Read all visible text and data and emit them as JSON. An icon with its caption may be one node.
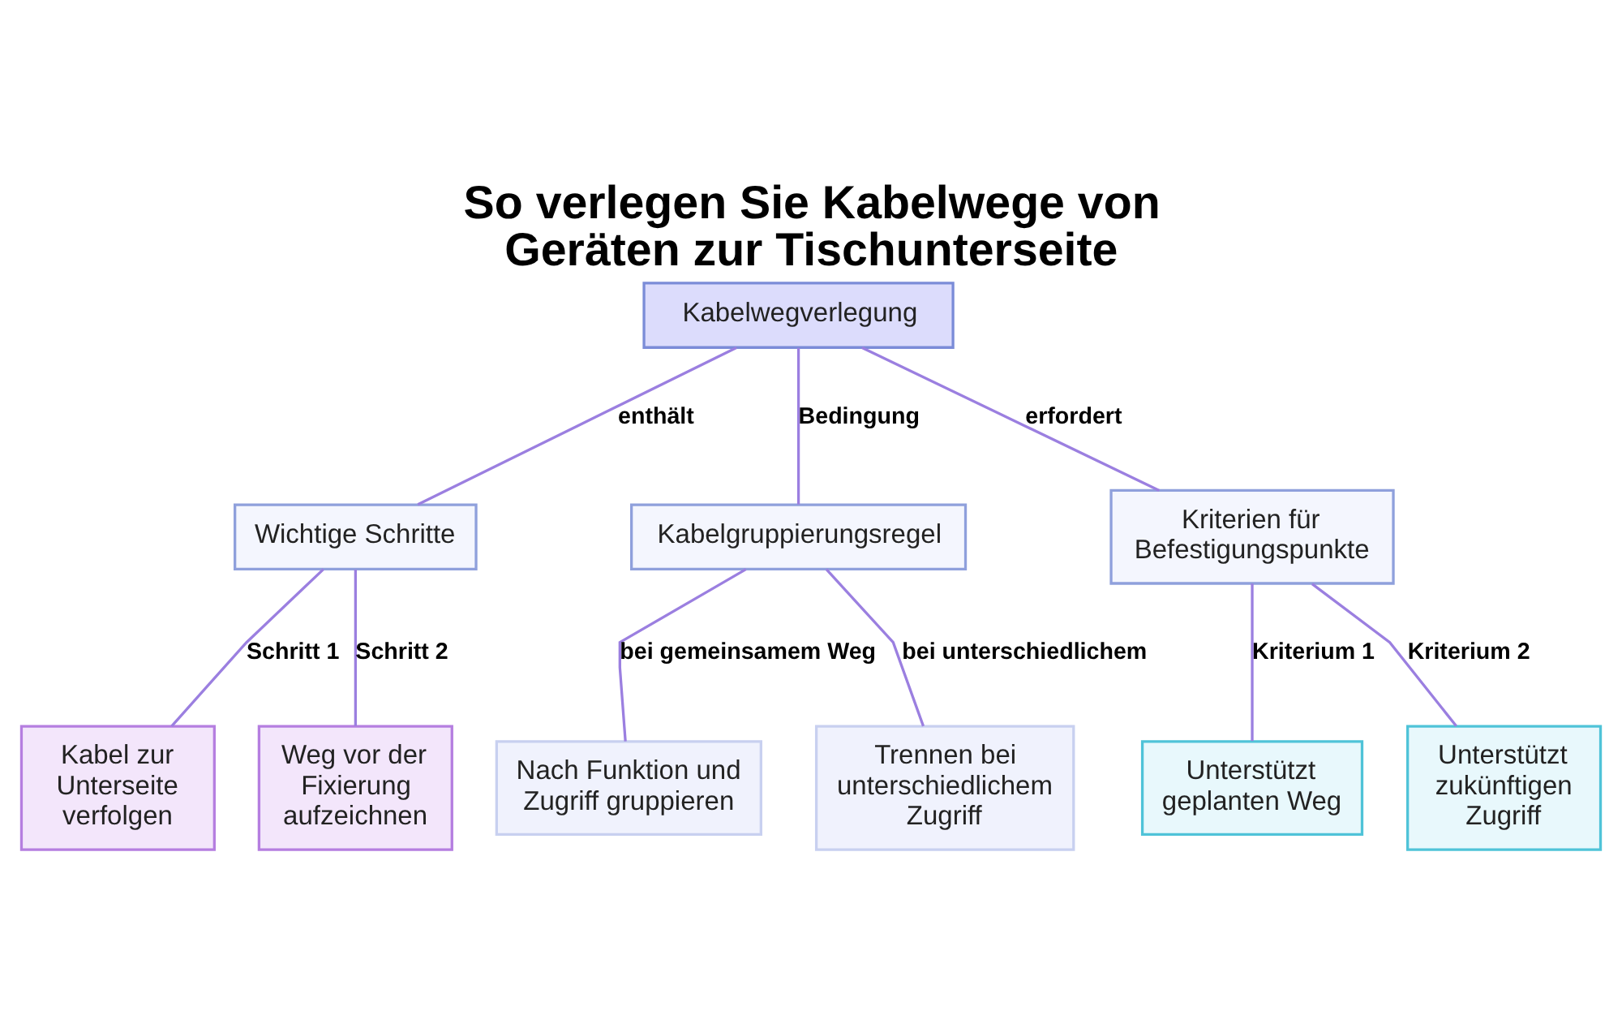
{
  "diagram": {
    "title": "So verlegen Sie Kabelwege von Geräten zur Tischunterseite",
    "nodes": [
      {
        "text": [
          "Kabelwegverlegung"
        ]
      },
      {
        "text": [
          "Wichtige Schritte"
        ]
      },
      {
        "text": [
          "Kabelgruppierungsregel"
        ]
      },
      {
        "text": [
          "Kriterien für Befestigungspunkte"
        ]
      },
      {
        "text": [
          "Kabel zur Unterseite verfolgen"
        ]
      },
      {
        "text": [
          "Weg vor der Fixierung aufzeichnen"
        ]
      },
      {
        "text": [
          "Nach Funktion und Zugriff gruppieren"
        ]
      },
      {
        "text": [
          "Trennen bei unterschiedlichem Zugriff"
        ]
      },
      {
        "text": [
          "Unterstützt geplanten Weg"
        ]
      },
      {
        "text": [
          "Unterstützt zukünftigen Zugriff"
        ]
      }
    ],
    "edges": [
      {
        "from": 0,
        "to": 1,
        "arrow": "none",
        "label": "enthält"
      },
      {
        "from": 0,
        "to": 2,
        "arrow": "none",
        "label": "Bedingung"
      },
      {
        "from": 0,
        "to": 3,
        "arrow": "none",
        "label": "erfordert"
      },
      {
        "from": 1,
        "to": 4,
        "arrow": "none",
        "label": "Schritt 1"
      },
      {
        "from": 1,
        "to": 5,
        "arrow": "none",
        "label": "Schritt 2"
      },
      {
        "from": 2,
        "to": 6,
        "arrow": "none",
        "label": "bei gemeinsamem Weg"
      },
      {
        "from": 2,
        "to": 7,
        "arrow": "none",
        "label": "bei unterschiedlichem"
      },
      {
        "from": 3,
        "to": 8,
        "arrow": "none",
        "label": "Kriterium 1"
      },
      {
        "from": 3,
        "to": 9,
        "arrow": "none",
        "label": "Kriterium 2"
      }
    ]
  }
}
